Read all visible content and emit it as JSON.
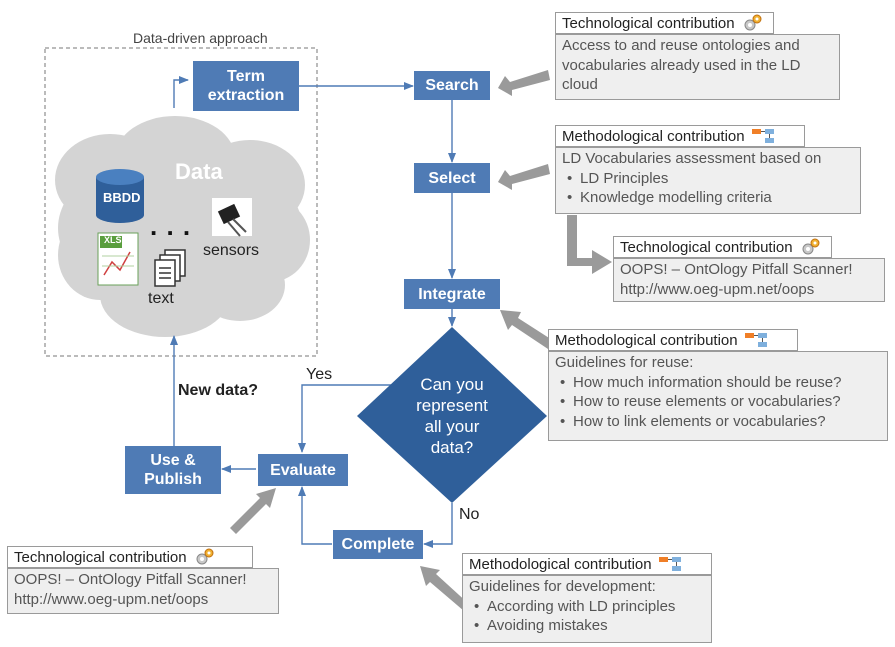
{
  "approach_label": "Data-driven approach",
  "cloud": {
    "title": "Data",
    "db_label": "BBDD",
    "ellipsis": ". . .",
    "sensors_label": "sensors",
    "text_label": "text",
    "spreadsheet_badge": "XLS"
  },
  "steps": {
    "term_extraction": "Term\nextraction",
    "search": "Search",
    "select": "Select",
    "integrate": "Integrate",
    "decision": "Can you\nrepresent\nall your\ndata?",
    "evaluate": "Evaluate",
    "complete": "Complete",
    "use_publish": "Use &\nPublish"
  },
  "edge_labels": {
    "yes": "Yes",
    "no": "No",
    "new_data": "New data?"
  },
  "callouts": {
    "search_tech": {
      "title": "Technological contribution",
      "body": "Access to and reuse ontologies and vocabularies already used in the LD cloud"
    },
    "select_method": {
      "title": "Methodological contribution",
      "intro": "LD Vocabularies assessment based on",
      "items": [
        "LD Principles",
        "Knowledge modelling criteria"
      ]
    },
    "select_tech": {
      "title": "Technological contribution",
      "line1": "OOPS! – OntOlogy Pitfall Scanner!",
      "line2": "http://www.oeg-upm.net/oops"
    },
    "integrate_method": {
      "title": "Methodological contribution",
      "intro": "Guidelines for reuse:",
      "items": [
        "How much information should be reuse?",
        "How to reuse elements or vocabularies?",
        "How to link elements or vocabularies?"
      ]
    },
    "evaluate_tech": {
      "title": "Technological contribution",
      "line1": "OOPS! – OntOlogy Pitfall Scanner!",
      "line2": "http://www.oeg-upm.net/oops"
    },
    "complete_method": {
      "title": "Methodological contribution",
      "intro": "Guidelines for development:",
      "items": [
        "According with LD principles",
        "Avoiding mistakes"
      ]
    }
  },
  "colors": {
    "step_fill": "#4f7bb5",
    "arrow": "#4f7bb5",
    "callout_arrow": "#9a9a9a",
    "cloud": "#d4d4d4",
    "methodological_icon": "#f07f27",
    "technological_icon": "#f0b030"
  }
}
